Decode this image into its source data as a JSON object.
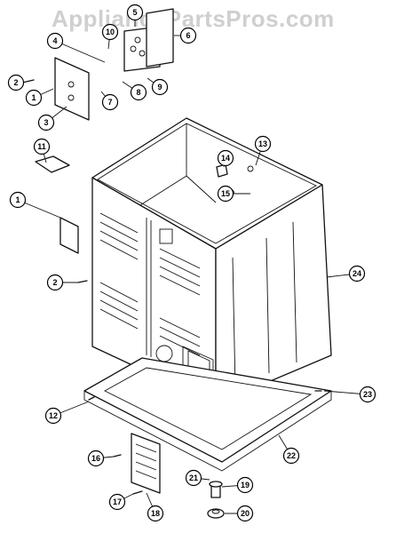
{
  "watermark": "AppliancePartsPros.com",
  "callouts": [
    {
      "id": "c1a",
      "label": "1"
    },
    {
      "id": "c2a",
      "label": "2"
    },
    {
      "id": "c3",
      "label": "3"
    },
    {
      "id": "c4",
      "label": "4"
    },
    {
      "id": "c5",
      "label": "5"
    },
    {
      "id": "c6",
      "label": "6"
    },
    {
      "id": "c7",
      "label": "7"
    },
    {
      "id": "c8",
      "label": "8"
    },
    {
      "id": "c9",
      "label": "9"
    },
    {
      "id": "c10",
      "label": "10"
    },
    {
      "id": "c11",
      "label": "11"
    },
    {
      "id": "c1b",
      "label": "1"
    },
    {
      "id": "c2b",
      "label": "2"
    },
    {
      "id": "c12",
      "label": "12"
    },
    {
      "id": "c13",
      "label": "13"
    },
    {
      "id": "c14",
      "label": "14"
    },
    {
      "id": "c15",
      "label": "15"
    },
    {
      "id": "c16",
      "label": "16"
    },
    {
      "id": "c17",
      "label": "17"
    },
    {
      "id": "c18",
      "label": "18"
    },
    {
      "id": "c19",
      "label": "19"
    },
    {
      "id": "c20",
      "label": "20"
    },
    {
      "id": "c21",
      "label": "21"
    },
    {
      "id": "c22",
      "label": "22"
    },
    {
      "id": "c23",
      "label": "23"
    },
    {
      "id": "c24",
      "label": "24"
    }
  ]
}
